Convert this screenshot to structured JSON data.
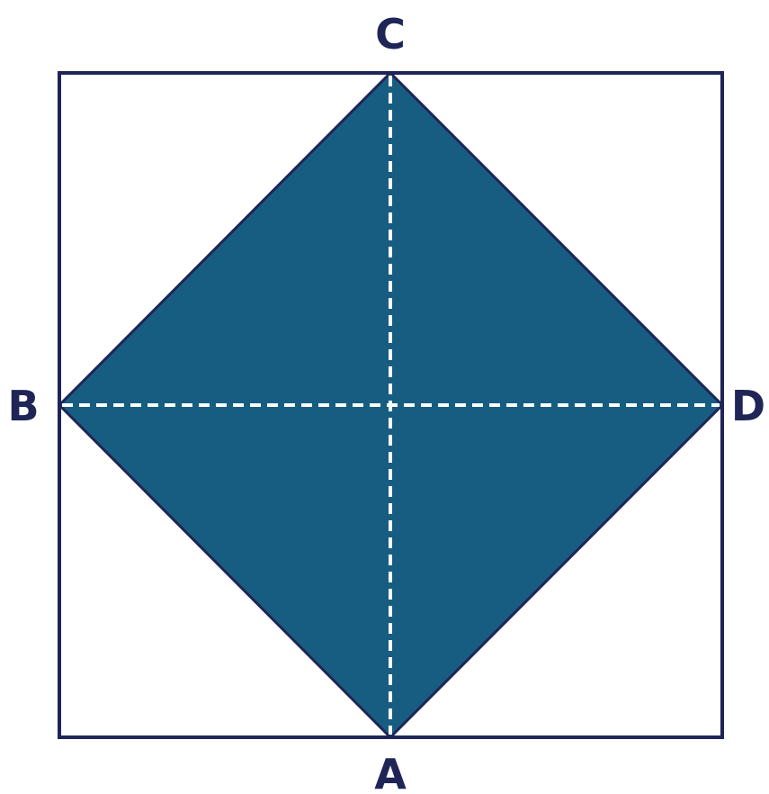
{
  "labels": {
    "a": "A",
    "b": "B",
    "c": "C",
    "d": "D"
  },
  "colors": {
    "outline": "#1f2556",
    "fill": "#175d82",
    "dash": "#ffffff",
    "label": "#1f2556",
    "background": "#ffffff"
  }
}
